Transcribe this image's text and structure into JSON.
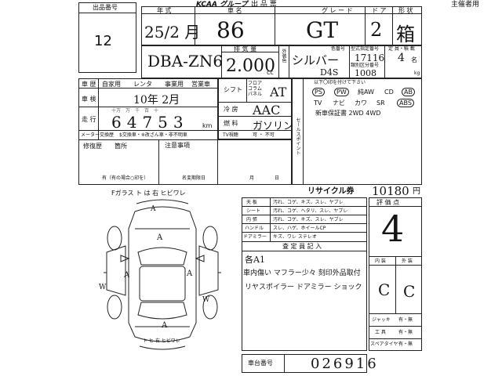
{
  "header": {
    "lot_label": "出品番号",
    "lot_number": "12",
    "logo": "KCAA グループ",
    "title": "出 品 票",
    "organizer": "主催者用"
  },
  "top_row": {
    "year_label": "年 式",
    "year_value": "25/2 月",
    "car_label": "車 名",
    "car_value": "86",
    "grade_label": "グ レ ー ド",
    "grade_value": "GT",
    "door_label": "ド ア",
    "door_value": "2",
    "shape_label": "形 状",
    "shape_value": "箱"
  },
  "model_row": {
    "model_value": "DBA-ZN6",
    "displacement_label": "排 気 量",
    "displacement_value": "2.000",
    "displacement_unit": "cc",
    "exterior_label": "外装色",
    "color_value": "シルバー",
    "color_no_label": "色番号",
    "color_no_value": "D4S",
    "spec_label": "型式指定番号",
    "spec_value": "17116",
    "cat_label": "類別区分番号",
    "cat_value": "1008",
    "seats_label": "定 員・積 載",
    "seats_value": "4",
    "seats_unit": "名",
    "kg_unit": "kg"
  },
  "left_info": {
    "usage_label": "車 歴",
    "usage_options": [
      "自家用",
      "レンタ",
      "事業用",
      "営業車"
    ],
    "inspection_label": "車 検",
    "inspection_value": "10年 2月",
    "mileage_label": "走 行",
    "mileage_value": "64753",
    "mileage_unit": "km",
    "meter_exchange": "メーター交換歴",
    "meter_options": "$交換車・※改ざん車・非不明車",
    "repair_label": "修復歴",
    "repair_location": "箇所",
    "notes_label": "注意事項",
    "recall_text": "有（有の場合○印を）",
    "change_label": "名変期限日",
    "month_label": "月",
    "day_label": "日"
  },
  "shift_box": {
    "shift_label": "シフト",
    "column_label": "フロア コラム パネル",
    "shift_value": "AT",
    "ac_label": "冷 房",
    "ac_value": "AAC",
    "fuel_label": "燃 料",
    "fuel_value": "ガソリン",
    "tv_label": "TV視聴",
    "tv_options": "可 ・ 不可",
    "sales_point": "セールスポイント"
  },
  "equipment": {
    "header": "以下〇印を付けて下さい",
    "row1": [
      "PS",
      "PW",
      "純AW",
      "CD",
      "AB"
    ],
    "row2": [
      "TV",
      "ナビ",
      "カワ",
      "SR",
      "ABS"
    ],
    "row3": "新車保証書 2WD 4WD"
  },
  "diagram": {
    "glass_text": "Fガラス ト は 右 ヒビワレ",
    "annotations": [
      "A",
      "A",
      "A",
      "A",
      "A",
      "W",
      "W"
    ],
    "bottom_text": "ト ヒ 右 ヒビワレ"
  },
  "recycle": {
    "label": "リサイクル券",
    "value": "10180",
    "unit": "円"
  },
  "condition": {
    "rows": [
      {
        "name": "天 板",
        "opts": "汚れ、コゲ、キズ、スレ、ヤブレ"
      },
      {
        "name": "シート",
        "opts": "汚れ、コゲ、ヘタリ、スレ、ヤブレ"
      },
      {
        "name": "内 張",
        "opts": "汚れ、コゲ、キズ、スレ、ヤブレ"
      },
      {
        "name": "ハンドル",
        "opts": "スレ、ハゲ、ホイールCP"
      },
      {
        "name": "ドアミラー",
        "opts": "キズ、ワレ ステレオ"
      }
    ],
    "inspector_label": "査 定 員 記 入",
    "notes": [
      "各A1",
      "車内傷い マフラー少々 刻印外品取付",
      "リヤスポイラー ドアミラー ショック"
    ]
  },
  "rating": {
    "label": "評 価 点",
    "score": "4",
    "interior_label": "内 装",
    "exterior_label": "外 装",
    "interior_value": "C",
    "exterior_value": "C"
  },
  "accessories": {
    "jack_label": "ジャッキ",
    "jack_value": "有・無",
    "tool_label": "工 具",
    "tool_value": "有・無",
    "spare_label": "スペアタイヤ",
    "spare_value": "有・無"
  },
  "chassis": {
    "label": "車台番号",
    "value": "026916"
  }
}
